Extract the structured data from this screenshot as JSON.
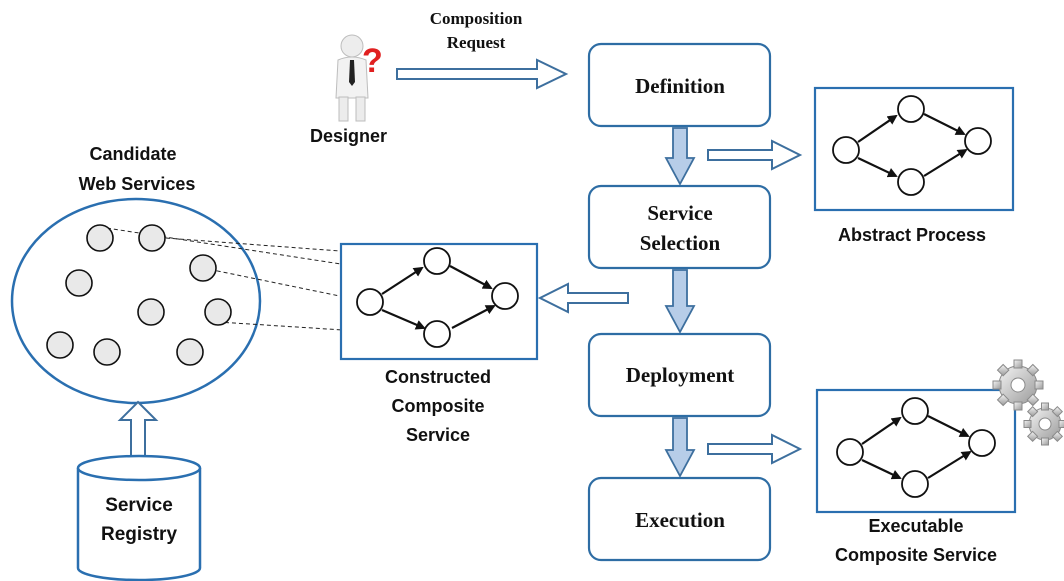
{
  "labels": {
    "composition_request_line1": "Composition",
    "composition_request_line2": "Request",
    "designer": "Designer",
    "candidate_line1": "Candidate",
    "candidate_line2": "Web Services",
    "registry_line1": "Service",
    "registry_line2": "Registry",
    "constructed_line1": "Constructed",
    "constructed_line2": "Composite",
    "constructed_line3": "Service",
    "abstract_process": "Abstract Process",
    "executable_line1": "Executable",
    "executable_line2": "Composite Service"
  },
  "steps": {
    "definition": "Definition",
    "selection_line1": "Service",
    "selection_line2": "Selection",
    "deployment": "Deployment",
    "execution": "Execution"
  },
  "icons": {
    "designer": "person-question-mark-icon",
    "gears": "gears-icon"
  },
  "colors": {
    "step_border": "#2e6da4",
    "arrow_fill": "#b7cde8",
    "question_mark": "#e02020"
  }
}
